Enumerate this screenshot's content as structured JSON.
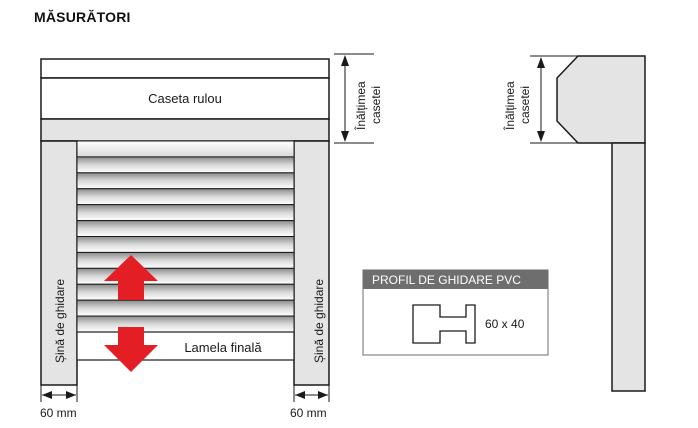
{
  "title": "MĂSURĂTORI",
  "labels": {
    "cassette": "Caseta rulou",
    "cassette_height_line1": "Înălțimea",
    "cassette_height_line2": "casetei",
    "guide_rail": "Șină de ghidare",
    "final_slat": "Lamela finală",
    "width_60": "60 mm"
  },
  "profile": {
    "header": "PROFIL DE GHIDARE PVC",
    "size": "60 x 40"
  },
  "colors": {
    "line": "#1a1a1a",
    "light_gray": "#e4e4e4",
    "profile_header_bg": "#6e6e6e",
    "arrow_red": "#e31e24"
  }
}
